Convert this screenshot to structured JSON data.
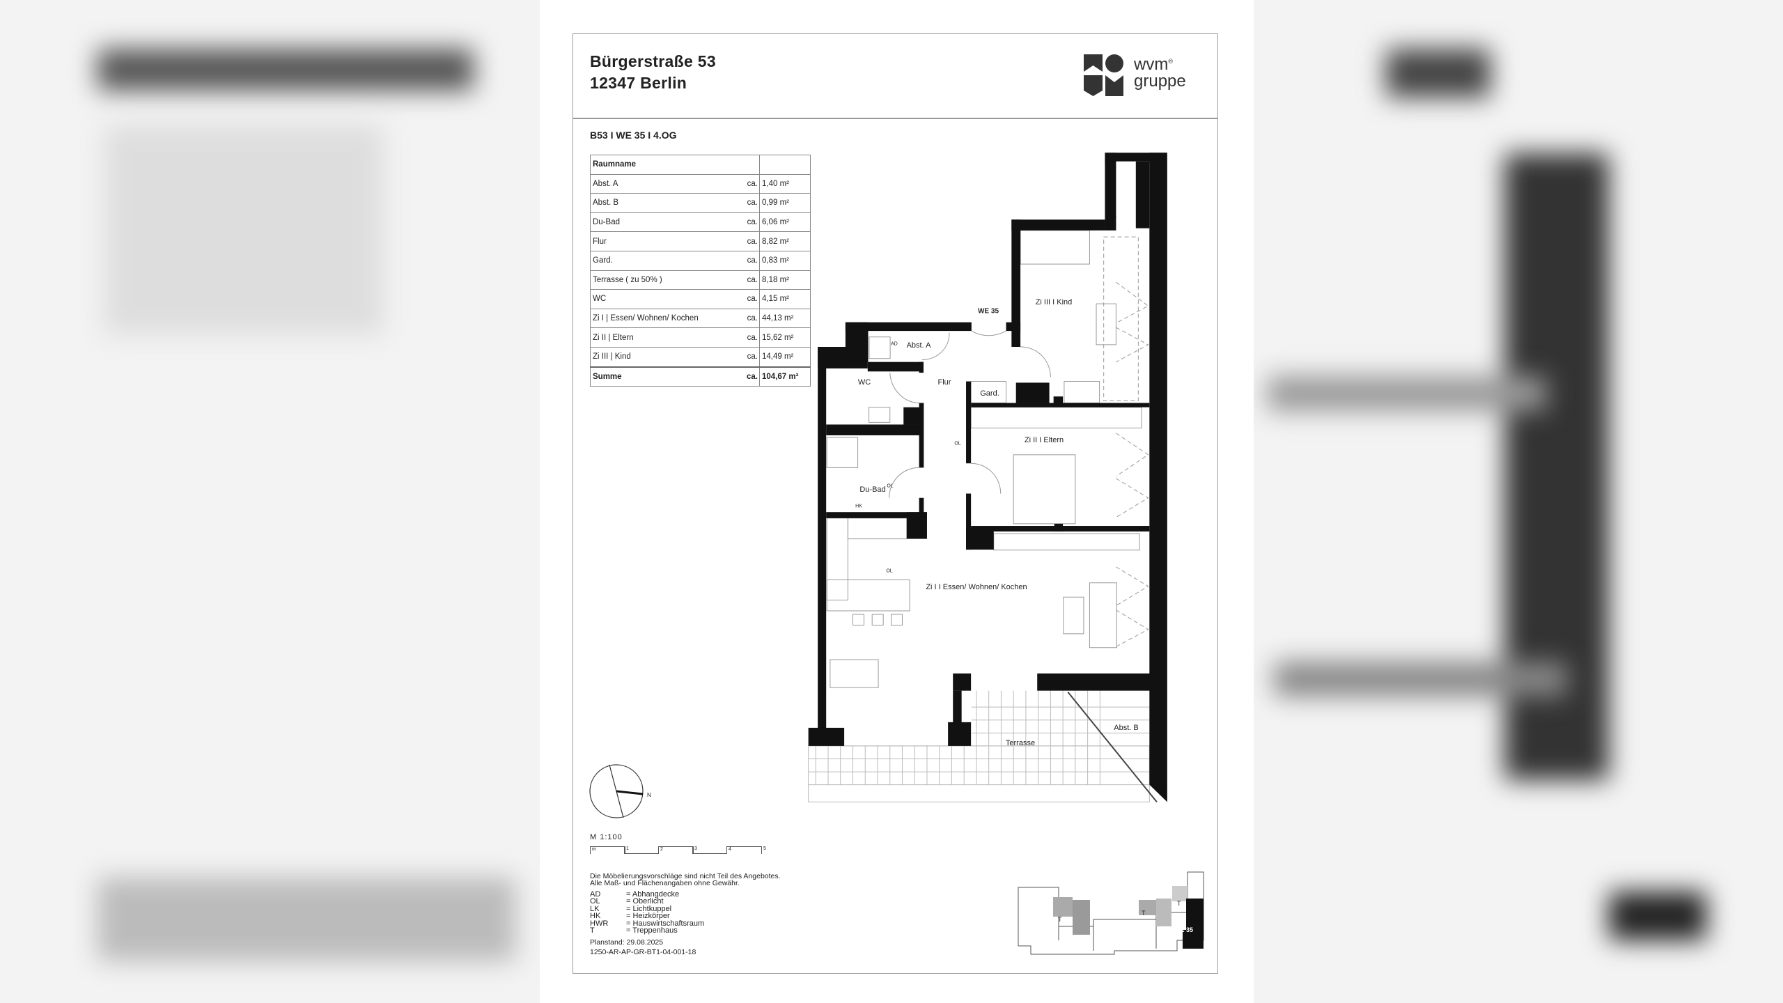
{
  "header": {
    "address_line1": "Bürgerstraße 53",
    "address_line2": "12347 Berlin",
    "logo_text_line1": "wvm",
    "logo_text_line2": "gruppe",
    "logo_mark": "®"
  },
  "unit_title": "B53 I WE 35 I 4.OG",
  "room_table": {
    "header": "Raumname",
    "rows": [
      {
        "name": "Abst. A",
        "ca": "ca.",
        "area": "1,40 m²"
      },
      {
        "name": "Abst. B",
        "ca": "ca.",
        "area": "0,99 m²"
      },
      {
        "name": "Du-Bad",
        "ca": "ca.",
        "area": "6,06 m²"
      },
      {
        "name": "Flur",
        "ca": "ca.",
        "area": "8,82 m²"
      },
      {
        "name": "Gard.",
        "ca": "ca.",
        "area": "0,83 m²"
      },
      {
        "name": "Terrasse ( zu 50% )",
        "ca": "ca.",
        "area": "8,18 m²"
      },
      {
        "name": "WC",
        "ca": "ca.",
        "area": "4,15 m²"
      },
      {
        "name": "Zi I  |  Essen/ Wohnen/ Kochen",
        "ca": "ca.",
        "area": "44,13 m²"
      },
      {
        "name": "Zi II  |  Eltern",
        "ca": "ca.",
        "area": "15,62 m²"
      },
      {
        "name": "Zi III  |  Kind",
        "ca": "ca.",
        "area": "14,49 m²"
      }
    ],
    "sum": {
      "name": "Summe",
      "ca": "ca.",
      "area": "104,67 m²"
    }
  },
  "plan_labels": {
    "entrance": "WE 35",
    "kind": "Zi III  I  Kind",
    "abst_a": "Abst. A",
    "wc": "WC",
    "flur": "Flur",
    "gard": "Gard.",
    "eltern": "Zi II  I  Eltern",
    "ol1": "OL",
    "ol2": "OL",
    "ol3": "OL",
    "du_bad": "Du-Bad",
    "hk": "HK",
    "ad": "AD",
    "wohnen": "Zi I  I  Essen/ Wohnen/ Kochen",
    "abst_b": "Abst. B",
    "terrasse": "Terrasse",
    "compass_n": "N"
  },
  "scale": {
    "label": "M  1:100",
    "ticks": [
      "m",
      "1",
      "2",
      "3",
      "4",
      "5"
    ]
  },
  "notes": {
    "line1": "Die Möbelierungsvorschläge sind nicht Teil des Angebotes.",
    "line2": "Alle Maß- und Flächenangaben ohne Gewähr.",
    "legend": [
      {
        "abbr": "AD",
        "desc": "= Abhangdecke"
      },
      {
        "abbr": "OL",
        "desc": "= Oberlicht"
      },
      {
        "abbr": "LK",
        "desc": "= Lichtkuppel"
      },
      {
        "abbr": "HK",
        "desc": "= Heizkörper"
      },
      {
        "abbr": "HWR",
        "desc": "= Hauswirtschaftsraum"
      },
      {
        "abbr": "T",
        "desc": "= Treppenhaus"
      }
    ],
    "planstand": "Planstand: 29.08.2025",
    "plan_code": "1250-AR-AP-GR-BT1-04-001-18"
  },
  "keyplan": {
    "stair_label": "T",
    "unit_label": "WE 35"
  },
  "colors": {
    "wall": "#111111",
    "frame": "#999999",
    "keyplan_gray": "#9a9a9a"
  }
}
